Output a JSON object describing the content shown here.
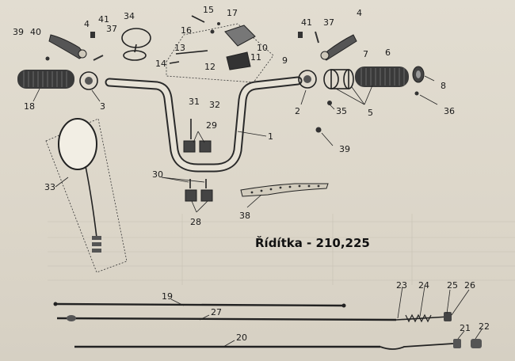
{
  "title": "Řídítka - 210,225",
  "parts": {
    "p1": "1",
    "p2": "2",
    "p3": "3",
    "p4a": "4",
    "p4b": "4",
    "p5": "5",
    "p6": "6",
    "p7": "7",
    "p8": "8",
    "p9": "9",
    "p10": "10",
    "p11": "11",
    "p12": "12",
    "p13": "13",
    "p14": "14",
    "p15": "15",
    "p16": "16",
    "p17": "17",
    "p18": "18",
    "p19": "19",
    "p20": "20",
    "p21": "21",
    "p22": "22",
    "p23": "23",
    "p24": "24",
    "p25": "25",
    "p26": "26",
    "p27": "27",
    "p28": "28",
    "p29": "29",
    "p30": "30",
    "p31": "31",
    "p32": "32",
    "p33": "33",
    "p34": "34",
    "p35": "35",
    "p36": "36",
    "p37a": "37",
    "p37b": "37",
    "p38": "38",
    "p39a": "39",
    "p39b": "39",
    "p40": "40",
    "p41a": "41",
    "p41b": "41"
  },
  "colors": {
    "ink": "#222222",
    "paper": "#ddd8cc",
    "grip": "#3a3a3a"
  }
}
